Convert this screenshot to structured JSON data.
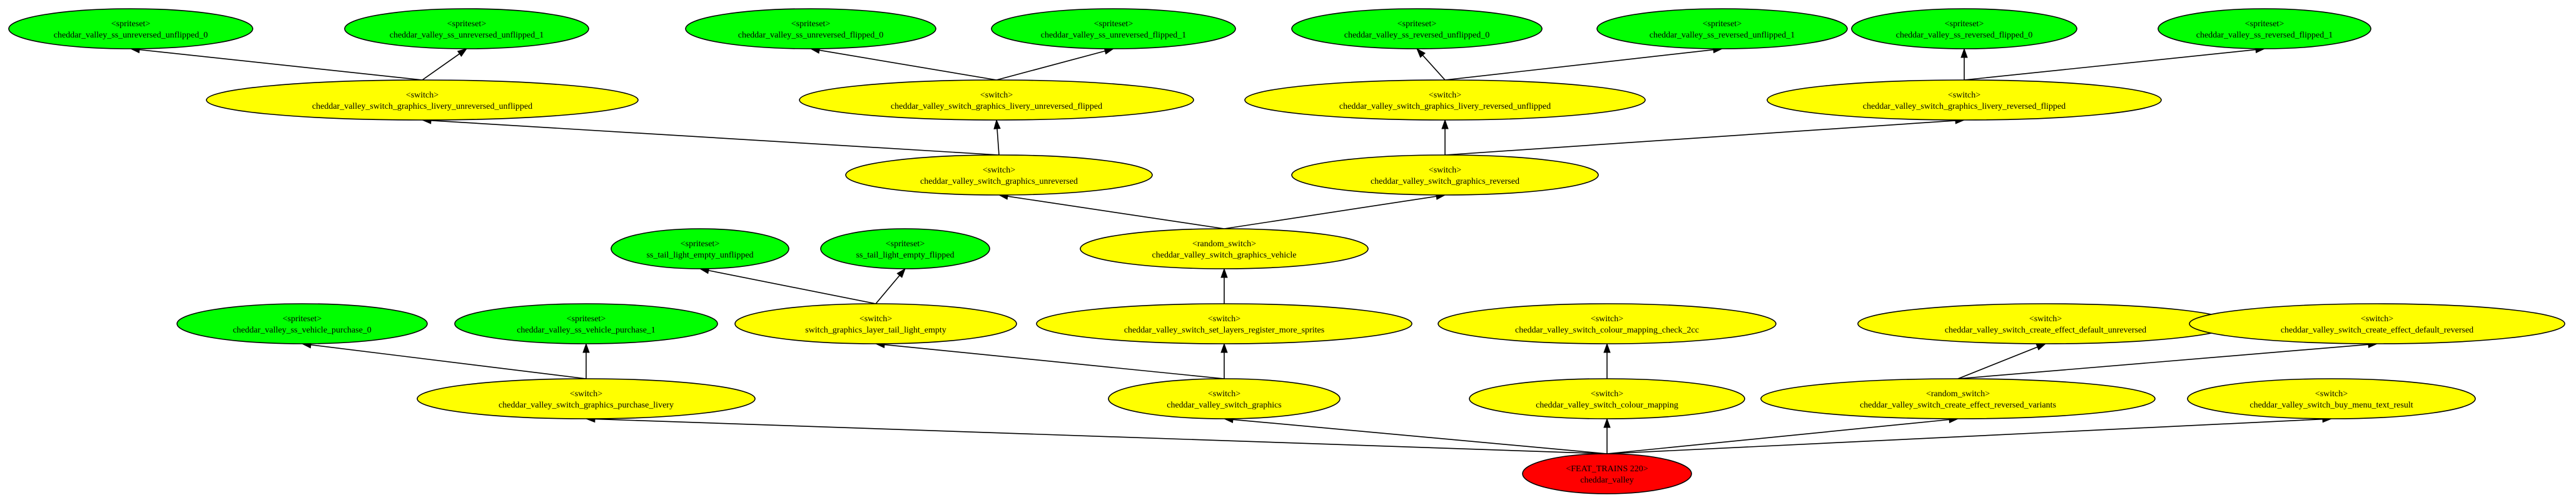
{
  "colors": {
    "spriteset": "#00ff00",
    "switch": "#ffff00",
    "root": "#ff0000",
    "edge": "#000000"
  },
  "nodes": {
    "ss_ru0": {
      "type": "<spriteset>",
      "name": "cheddar_valley_ss_unreversed_unflipped_0",
      "kind": "spriteset"
    },
    "ss_ru1": {
      "type": "<spriteset>",
      "name": "cheddar_valley_ss_unreversed_unflipped_1",
      "kind": "spriteset"
    },
    "ss_rf0": {
      "type": "<spriteset>",
      "name": "cheddar_valley_ss_unreversed_flipped_0",
      "kind": "spriteset"
    },
    "ss_rf1": {
      "type": "<spriteset>",
      "name": "cheddar_valley_ss_unreversed_flipped_1",
      "kind": "spriteset"
    },
    "ss_reu0": {
      "type": "<spriteset>",
      "name": "cheddar_valley_ss_reversed_unflipped_0",
      "kind": "spriteset"
    },
    "ss_reu1": {
      "type": "<spriteset>",
      "name": "cheddar_valley_ss_reversed_unflipped_1",
      "kind": "spriteset"
    },
    "ss_ref0": {
      "type": "<spriteset>",
      "name": "cheddar_valley_ss_reversed_flipped_0",
      "kind": "spriteset"
    },
    "ss_ref1": {
      "type": "<spriteset>",
      "name": "cheddar_valley_ss_reversed_flipped_1",
      "kind": "spriteset"
    },
    "sw_liv_uu": {
      "type": "<switch>",
      "name": "cheddar_valley_switch_graphics_livery_unreversed_unflipped",
      "kind": "switch"
    },
    "sw_liv_uf": {
      "type": "<switch>",
      "name": "cheddar_valley_switch_graphics_livery_unreversed_flipped",
      "kind": "switch"
    },
    "sw_liv_ru": {
      "type": "<switch>",
      "name": "cheddar_valley_switch_graphics_livery_reversed_unflipped",
      "kind": "switch"
    },
    "sw_liv_rf": {
      "type": "<switch>",
      "name": "cheddar_valley_switch_graphics_livery_reversed_flipped",
      "kind": "switch"
    },
    "sw_unrev": {
      "type": "<switch>",
      "name": "cheddar_valley_switch_graphics_unreversed",
      "kind": "switch"
    },
    "sw_rev": {
      "type": "<switch>",
      "name": "cheddar_valley_switch_graphics_reversed",
      "kind": "switch"
    },
    "ss_tl_u": {
      "type": "<spriteset>",
      "name": "ss_tail_light_empty_unflipped",
      "kind": "spriteset"
    },
    "ss_tl_f": {
      "type": "<spriteset>",
      "name": "ss_tail_light_empty_flipped",
      "kind": "spriteset"
    },
    "rs_vehicle": {
      "type": "<random_switch>",
      "name": "cheddar_valley_switch_graphics_vehicle",
      "kind": "switch"
    },
    "ss_vp0": {
      "type": "<spriteset>",
      "name": "cheddar_valley_ss_vehicle_purchase_0",
      "kind": "spriteset"
    },
    "ss_vp1": {
      "type": "<spriteset>",
      "name": "cheddar_valley_ss_vehicle_purchase_1",
      "kind": "spriteset"
    },
    "sw_tail": {
      "type": "<switch>",
      "name": "switch_graphics_layer_tail_light_empty",
      "kind": "switch"
    },
    "sw_layers": {
      "type": "<switch>",
      "name": "cheddar_valley_switch_set_layers_register_more_sprites",
      "kind": "switch"
    },
    "sw_ccheck": {
      "type": "<switch>",
      "name": "cheddar_valley_switch_colour_mapping_check_2cc",
      "kind": "switch"
    },
    "sw_eff_u": {
      "type": "<switch>",
      "name": "cheddar_valley_switch_create_effect_default_unreversed",
      "kind": "switch"
    },
    "sw_eff_r": {
      "type": "<switch>",
      "name": "cheddar_valley_switch_create_effect_default_reversed",
      "kind": "switch"
    },
    "sw_purch": {
      "type": "<switch>",
      "name": "cheddar_valley_switch_graphics_purchase_livery",
      "kind": "switch"
    },
    "sw_graphics": {
      "type": "<switch>",
      "name": "cheddar_valley_switch_graphics",
      "kind": "switch"
    },
    "sw_cmap": {
      "type": "<switch>",
      "name": "cheddar_valley_switch_colour_mapping",
      "kind": "switch"
    },
    "rs_eff": {
      "type": "<random_switch>",
      "name": "cheddar_valley_switch_create_effect_reversed_variants",
      "kind": "switch"
    },
    "sw_buy": {
      "type": "<switch>",
      "name": "cheddar_valley_switch_buy_menu_text_result",
      "kind": "switch"
    },
    "root": {
      "type": "<FEAT_TRAINS 220>",
      "name": "cheddar_valley",
      "kind": "root"
    }
  },
  "edges": [
    [
      "sw_liv_uu",
      "ss_ru0"
    ],
    [
      "sw_liv_uu",
      "ss_ru1"
    ],
    [
      "sw_liv_uf",
      "ss_rf0"
    ],
    [
      "sw_liv_uf",
      "ss_rf1"
    ],
    [
      "sw_liv_ru",
      "ss_reu0"
    ],
    [
      "sw_liv_ru",
      "ss_reu1"
    ],
    [
      "sw_liv_rf",
      "ss_ref0"
    ],
    [
      "sw_liv_rf",
      "ss_ref1"
    ],
    [
      "sw_unrev",
      "sw_liv_uu"
    ],
    [
      "sw_unrev",
      "sw_liv_uf"
    ],
    [
      "sw_rev",
      "sw_liv_ru"
    ],
    [
      "sw_rev",
      "sw_liv_rf"
    ],
    [
      "rs_vehicle",
      "sw_unrev"
    ],
    [
      "rs_vehicle",
      "sw_rev"
    ],
    [
      "sw_tail",
      "ss_tl_u"
    ],
    [
      "sw_tail",
      "ss_tl_f"
    ],
    [
      "sw_layers",
      "rs_vehicle"
    ],
    [
      "sw_purch",
      "ss_vp0"
    ],
    [
      "sw_purch",
      "ss_vp1"
    ],
    [
      "sw_graphics",
      "sw_tail"
    ],
    [
      "sw_graphics",
      "sw_layers"
    ],
    [
      "sw_cmap",
      "sw_ccheck"
    ],
    [
      "rs_eff",
      "sw_eff_u"
    ],
    [
      "rs_eff",
      "sw_eff_r"
    ],
    [
      "root",
      "sw_purch"
    ],
    [
      "root",
      "sw_graphics"
    ],
    [
      "root",
      "sw_cmap"
    ],
    [
      "root",
      "rs_eff"
    ],
    [
      "root",
      "sw_buy"
    ]
  ]
}
